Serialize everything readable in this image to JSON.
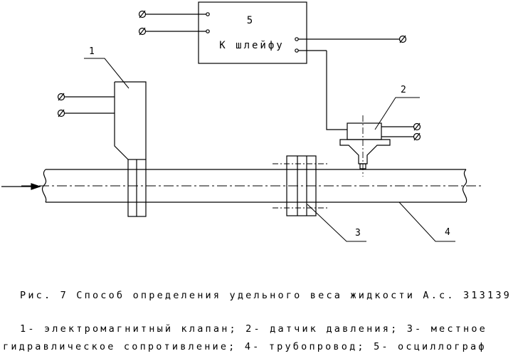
{
  "diagram": {
    "block5": {
      "number": "5",
      "title": "К шлейфу"
    },
    "labels": {
      "n1": "1",
      "n2": "2",
      "n3": "3",
      "n4": "4"
    }
  },
  "caption": "Рис. 7 Способ определения удельного веса жидкости А.с. 313139",
  "legend": {
    "line1": "1- электромагнитный клапан; 2- датчик давления; 3- местное",
    "line2": "гидравлическое сопротивление; 4- трубопровод; 5- осциллограф"
  }
}
